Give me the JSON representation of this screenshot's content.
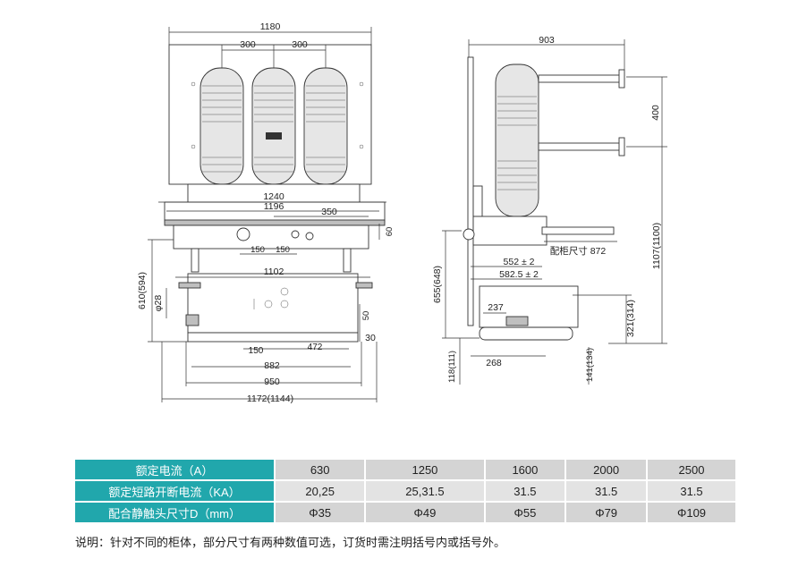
{
  "front": {
    "w1180": "1180",
    "w300a": "300",
    "w300b": "300",
    "w1240": "1240",
    "w1196": "1196",
    "w350": "350",
    "w150a": "150",
    "w150b": "150",
    "h60": "60",
    "w1102": "1102",
    "h610": "610(594)",
    "d28": "φ28",
    "h50": "50",
    "h30": "30",
    "w150c": "150",
    "w472": "472",
    "w882": "882",
    "w950": "950",
    "w1172": "1172(1144)"
  },
  "side": {
    "w903": "903",
    "h400": "400",
    "h1107": "1107(1100)",
    "cab872": "配柜尺寸 872",
    "w552": "552 ± 2",
    "w582": "582.5 ± 2",
    "h655": "655(648)",
    "w237": "237",
    "h321": "321(314)",
    "w268": "268",
    "h118": "118(111)",
    "h141": "141(134)"
  },
  "table": {
    "rows": [
      {
        "label": "额定电流（A）",
        "values": [
          "630",
          "1250",
          "1600",
          "2000",
          "2500"
        ]
      },
      {
        "label": "额定短路开断电流（KA）",
        "values": [
          "20,25",
          "25,31.5",
          "31.5",
          "31.5",
          "31.5"
        ]
      },
      {
        "label": "配合静触头尺寸D（mm）",
        "values": [
          "Φ35",
          "Φ49",
          "Φ55",
          "Φ79",
          "Φ109"
        ]
      }
    ]
  },
  "note": "说明：针对不同的柜体，部分尺寸有两种数值可选，订货时需注明括号内或括号外。",
  "colors": {
    "header": "#21a7ac",
    "cell_odd": "#d4d4d4",
    "cell_even": "#e3e3e3"
  }
}
